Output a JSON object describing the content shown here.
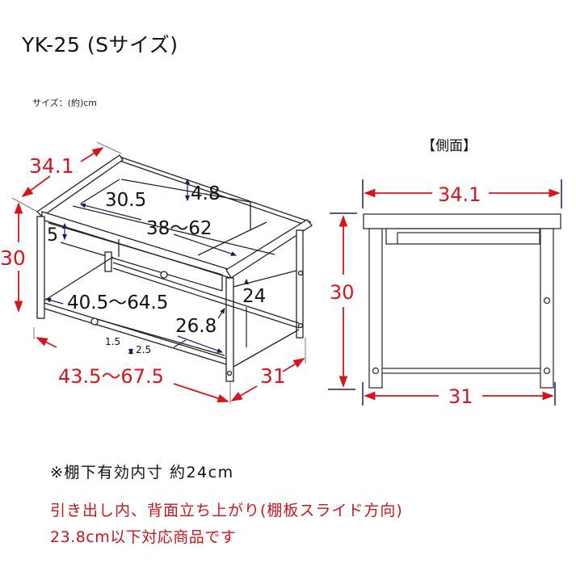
{
  "header": {
    "title": "YK-25 (Sサイズ)",
    "units_label": "サイズ：(約)cm"
  },
  "perspective_view": {
    "dimensions": {
      "depth_top": "34.1",
      "height": "30",
      "width_bottom": "43.5〜67.5",
      "depth_bottom": "31",
      "drawer_depth": "30.5",
      "drawer_back_height": "4.8",
      "drawer_width": "38〜62",
      "front_rail_height": "5",
      "inner_width": "40.5〜64.5",
      "shelf_clearance": "24",
      "shelf_depth": "26.8",
      "rod_offset_1": "1.5",
      "rod_offset_2": "2.5"
    }
  },
  "side_view": {
    "label": "【側面】",
    "dimensions": {
      "top_depth": "34.1",
      "height": "30",
      "bottom_depth": "31"
    }
  },
  "notes": {
    "line1": "※棚下有効内寸 約24cm",
    "line2": "引き出し内、背面立ち上がり(棚板スライド方向)",
    "line3": "23.8cm以下対応商品です"
  },
  "colors": {
    "dimension_red": "#d2161e",
    "dimension_navy": "#1a1f5c",
    "note_red": "#c4161c",
    "line_dark": "#222222"
  }
}
